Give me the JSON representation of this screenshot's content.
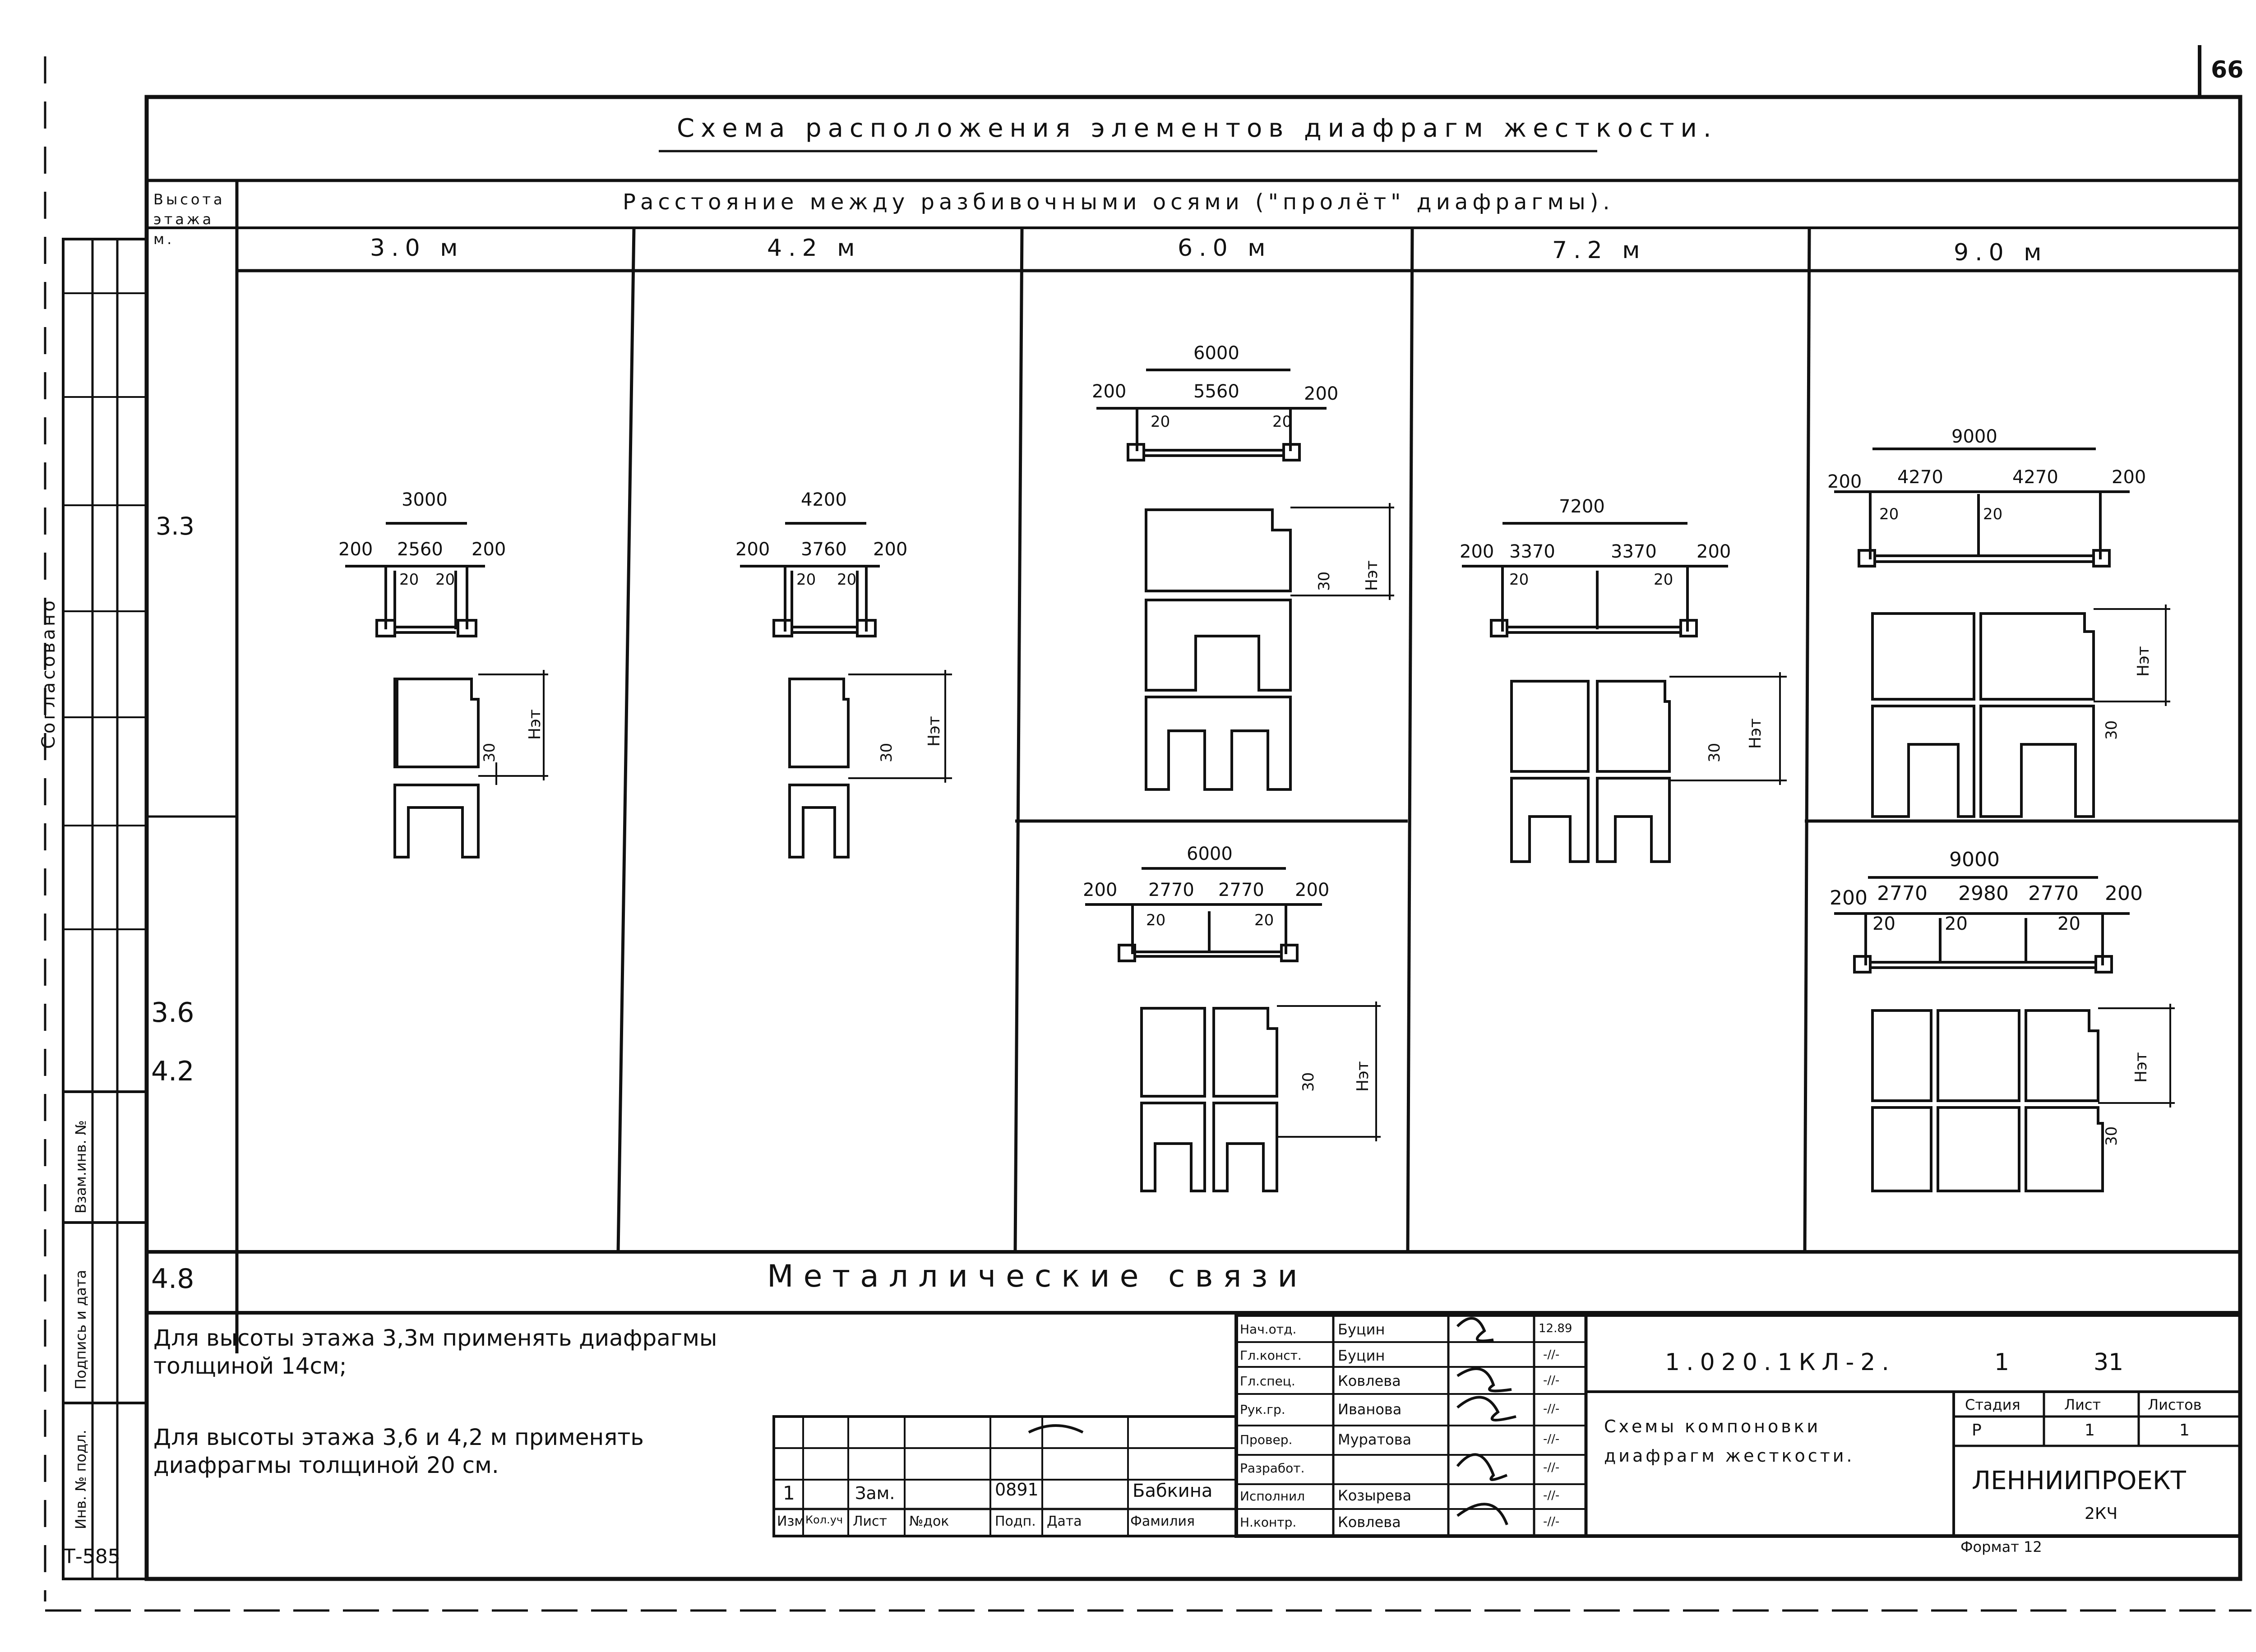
{
  "sheet": {
    "page_number": "66",
    "title": "Схема расположения элементов диафрагм жесткости.",
    "row_header": "Высота этажа м.",
    "col_header": "Расстояние между разбивочными осями (\"пролёт\" диафрагмы).",
    "approved_label": "Согласовано",
    "bottom_left_code": "Т-585",
    "format_label": "Формат 12"
  },
  "spans": [
    "3.0 м",
    "4.2 м",
    "6.0 м",
    "7.2 м",
    "9.0 м"
  ],
  "heights": [
    "3.3",
    "3.6",
    "4.2",
    "4.8"
  ],
  "metal_ties": "Металлические связи",
  "diagrams": {
    "d30": {
      "total": "3000",
      "inner": "2560",
      "edge": "200",
      "gap": "20",
      "h": "Нэт",
      "g30": "30"
    },
    "d42": {
      "total": "4200",
      "inner": "3760",
      "edge": "200",
      "gap": "20",
      "h": "Нэт",
      "g30": "30"
    },
    "d60a": {
      "total": "6000",
      "inner": "5560",
      "edge": "200",
      "gap": "20",
      "h": "Нэт",
      "g30": "30"
    },
    "d72": {
      "total": "7200",
      "a": "3370",
      "b": "3370",
      "edge": "200",
      "gap": "20",
      "h": "Нэт",
      "g30": "30"
    },
    "d90a": {
      "total": "9000",
      "a": "4270",
      "b": "4270",
      "edge": "200",
      "gap": "20",
      "h": "Нэт",
      "g30": "30"
    },
    "d60b": {
      "total": "6000",
      "a": "2770",
      "b": "2770",
      "edge": "200",
      "gap": "20",
      "h": "Нэт",
      "g30": "30"
    },
    "d90b": {
      "total": "9000",
      "a": "2770",
      "b": "2980",
      "c": "2770",
      "edge": "200",
      "gap": "20",
      "h": "Нэт",
      "g30": "30"
    }
  },
  "notes": [
    "Для высоты этажа 3,3м применять диафрагмы толщиной 14см;",
    "Для высоты этажа 3,6 и 4,2 м применять диафрагмы толщиной 20 см."
  ],
  "side_stamp": [
    "Взам.инв. №",
    "Подпись и дата",
    "Инв. № подл."
  ],
  "revision": {
    "row": [
      "1",
      "",
      "Зам.",
      "",
      "0891",
      "",
      "Бабкина"
    ],
    "headers": [
      "Изм",
      "Кол.уч",
      "Лист",
      "№док",
      "Подп.",
      "Дата",
      "Фамилия"
    ]
  },
  "signatures": [
    {
      "role": "Нач.отд.",
      "name": "Буцин",
      "date": "12.89"
    },
    {
      "role": "Гл.конст.",
      "name": "Буцин",
      "date": "-//-"
    },
    {
      "role": "Гл.спец.",
      "name": "Ковлева",
      "date": "-//-"
    },
    {
      "role": "Рук.гр.",
      "name": "Иванова",
      "date": "-//-"
    },
    {
      "role": "Провер.",
      "name": "Муратова",
      "date": "-//-"
    },
    {
      "role": "Разработ.",
      "name": "",
      "date": "-//-"
    },
    {
      "role": "Исполнил",
      "name": "Козырева",
      "date": "-//-"
    },
    {
      "role": "Н.контр.",
      "name": "Ковлева",
      "date": "-//-"
    }
  ],
  "titleblock": {
    "code": "1.020.1КЛ-2.",
    "issue": "1",
    "sheet_no": "31",
    "name_line1": "Схемы компоновки",
    "name_line2": "диафрагм жесткости.",
    "stage_label": "Стадия",
    "sheet_label": "Лист",
    "sheets_label": "Листов",
    "stage": "Р",
    "sheet": "1",
    "sheets": "1",
    "org": "ЛЕННИИПРОЕКТ",
    "org_sub": "2КЧ"
  }
}
